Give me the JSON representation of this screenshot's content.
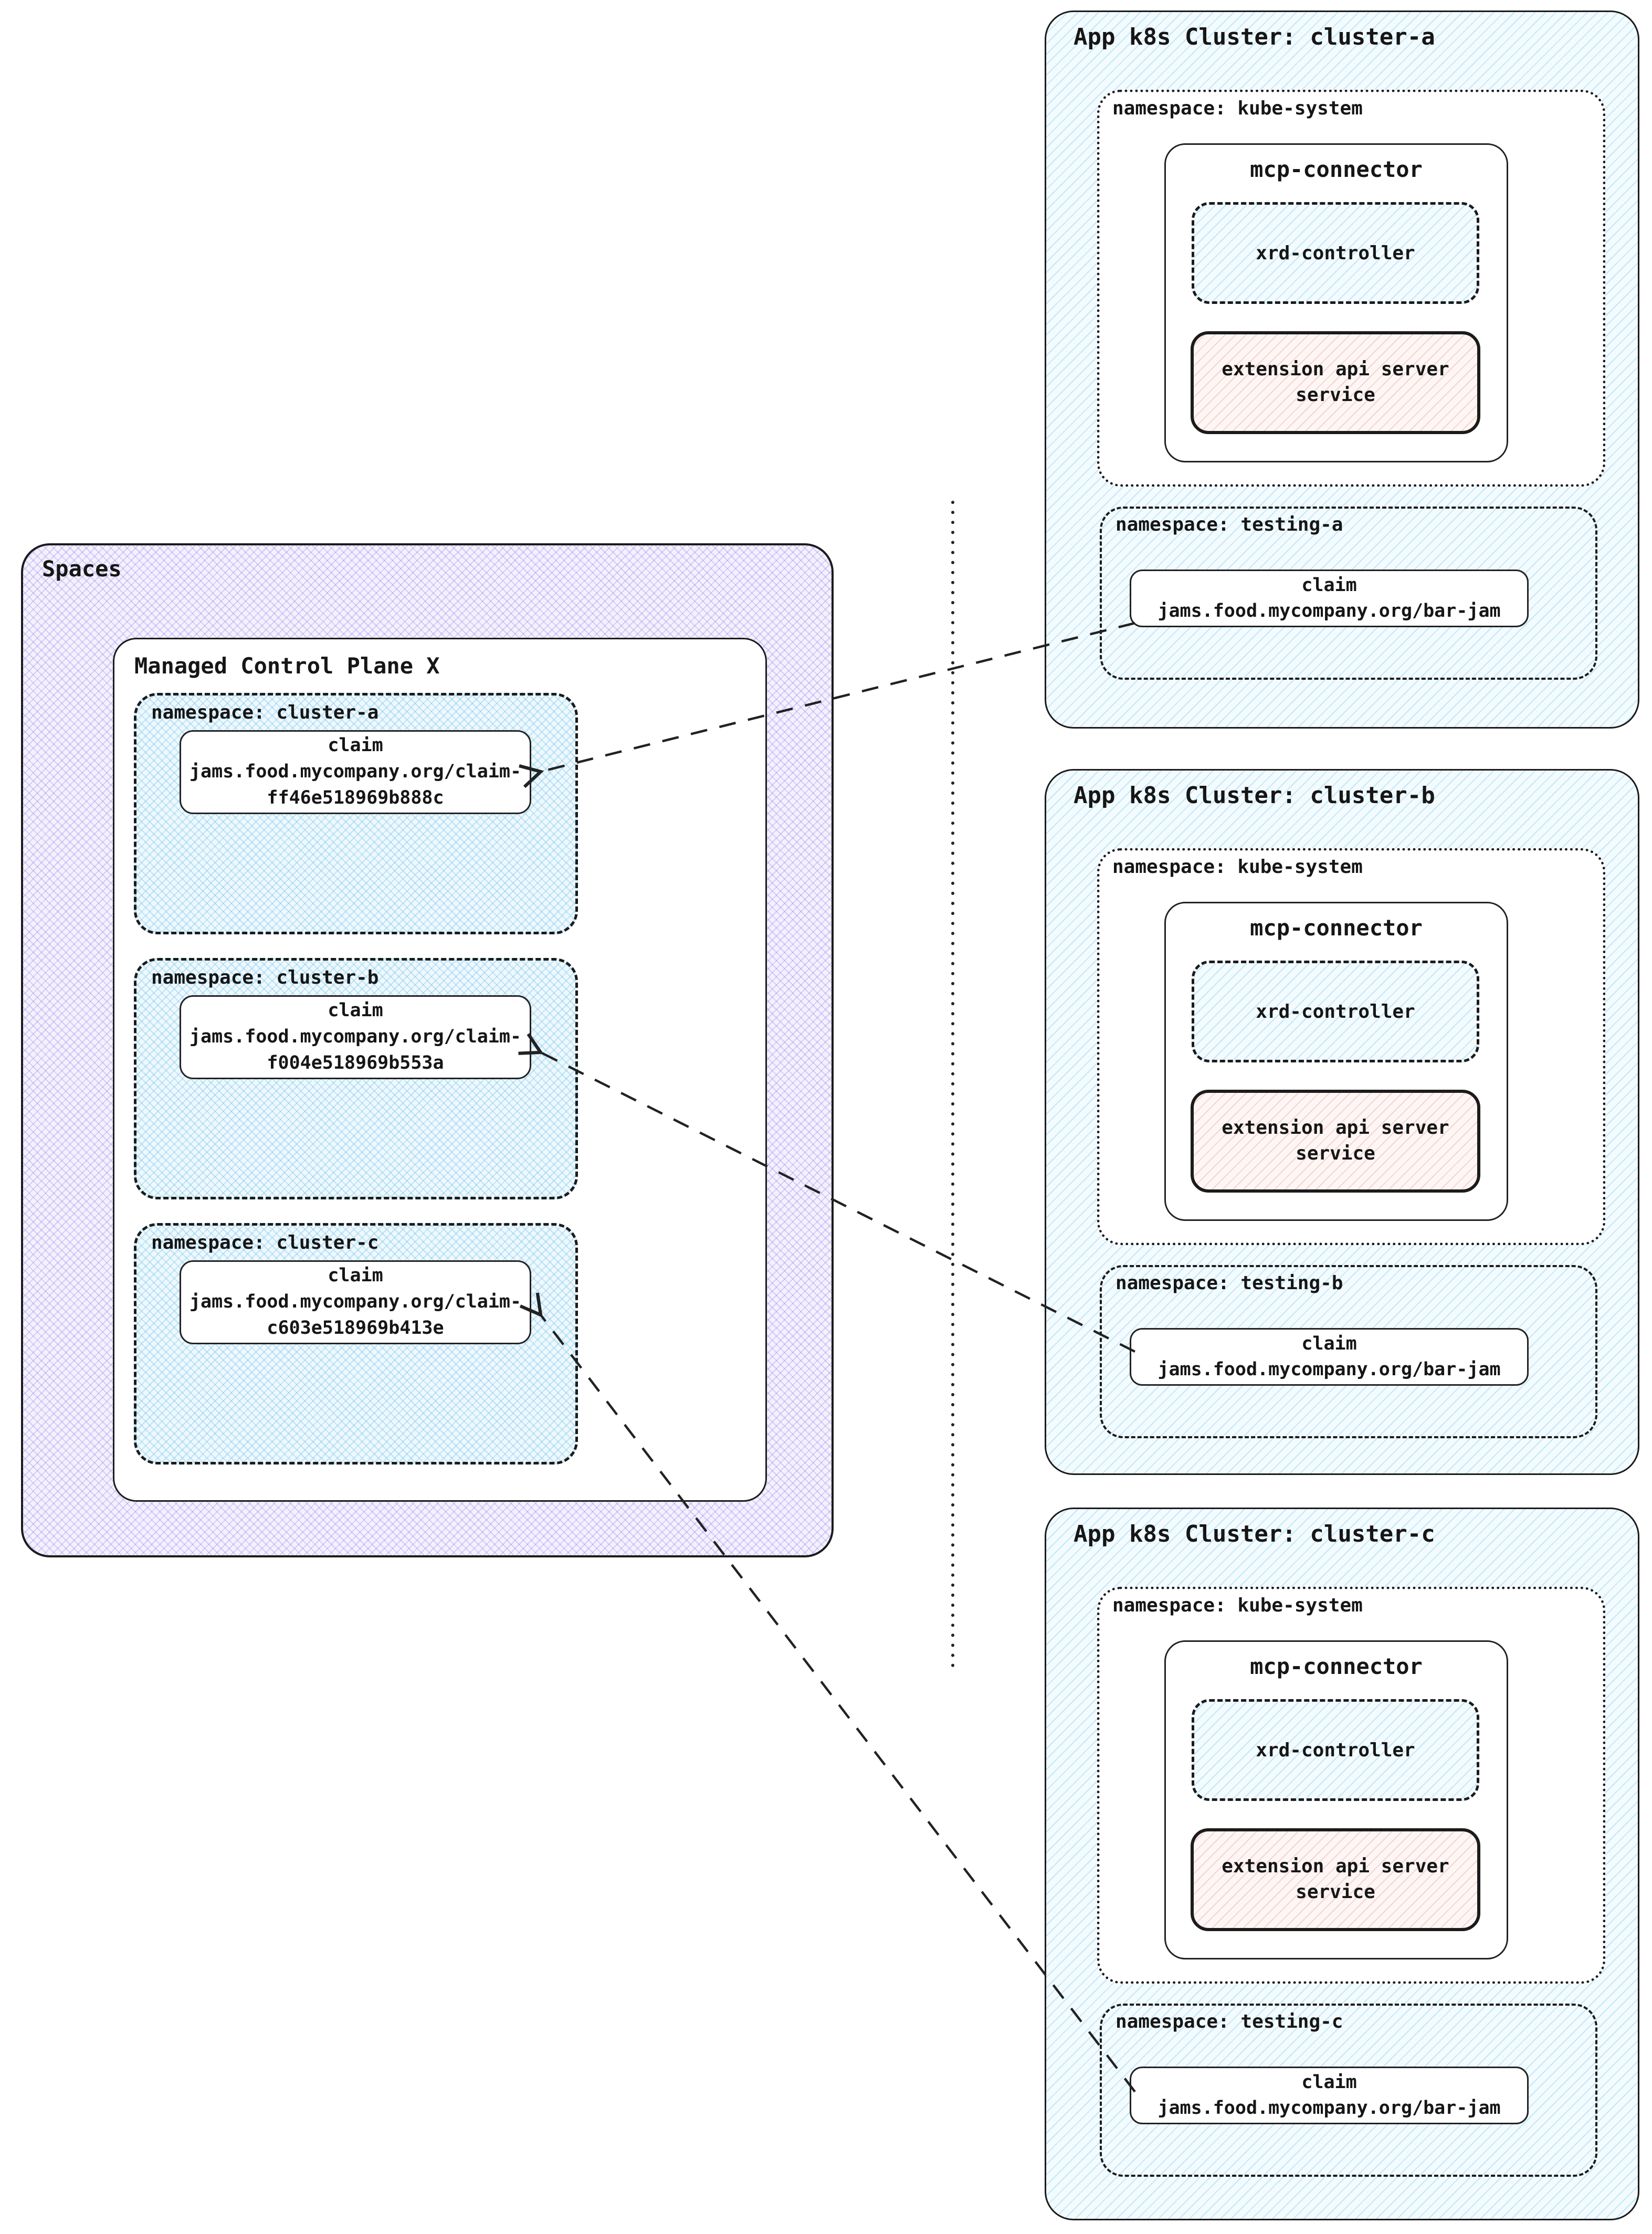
{
  "left_panel": {
    "spaces_label": "Spaces",
    "control_plane_label": "Managed Control Plane X",
    "namespaces": [
      {
        "label": "namespace: cluster-a",
        "claim_title": "claim",
        "claim_line1": "jams.food.mycompany.org/claim-",
        "claim_line2": "ff46e518969b888c"
      },
      {
        "label": "namespace: cluster-b",
        "claim_title": "claim",
        "claim_line1": "jams.food.mycompany.org/claim-",
        "claim_line2": "f004e518969b553a"
      },
      {
        "label": "namespace: cluster-c",
        "claim_title": "claim",
        "claim_line1": "jams.food.mycompany.org/claim-",
        "claim_line2": "c603e518969b413e"
      }
    ]
  },
  "clusters": [
    {
      "title": "App k8s Cluster: cluster-a",
      "kube_ns_label": "namespace: kube-system",
      "connector_label": "mcp-connector",
      "xrd_label": "xrd-controller",
      "ext_api_line1": "extension api server",
      "ext_api_line2": "service",
      "testing_ns_label": "namespace: testing-a",
      "claim_title": "claim",
      "claim_value": "jams.food.mycompany.org/bar-jam"
    },
    {
      "title": "App k8s Cluster: cluster-b",
      "kube_ns_label": "namespace: kube-system",
      "connector_label": "mcp-connector",
      "xrd_label": "xrd-controller",
      "ext_api_line1": "extension api server",
      "ext_api_line2": "service",
      "testing_ns_label": "namespace: testing-b",
      "claim_title": "claim",
      "claim_value": "jams.food.mycompany.org/bar-jam"
    },
    {
      "title": "App k8s Cluster: cluster-c",
      "kube_ns_label": "namespace: kube-system",
      "connector_label": "mcp-connector",
      "xrd_label": "xrd-controller",
      "ext_api_line1": "extension api server",
      "ext_api_line2": "service",
      "testing_ns_label": "namespace: testing-c",
      "claim_title": "claim",
      "claim_value": "jams.food.mycompany.org/bar-jam"
    }
  ],
  "colors": {
    "border": "#1b1b1b",
    "text": "#161616",
    "purple_hatch": "#8a76e9",
    "blue_hatch": "#54b8e6",
    "pink_hatch": "#e88c82"
  }
}
